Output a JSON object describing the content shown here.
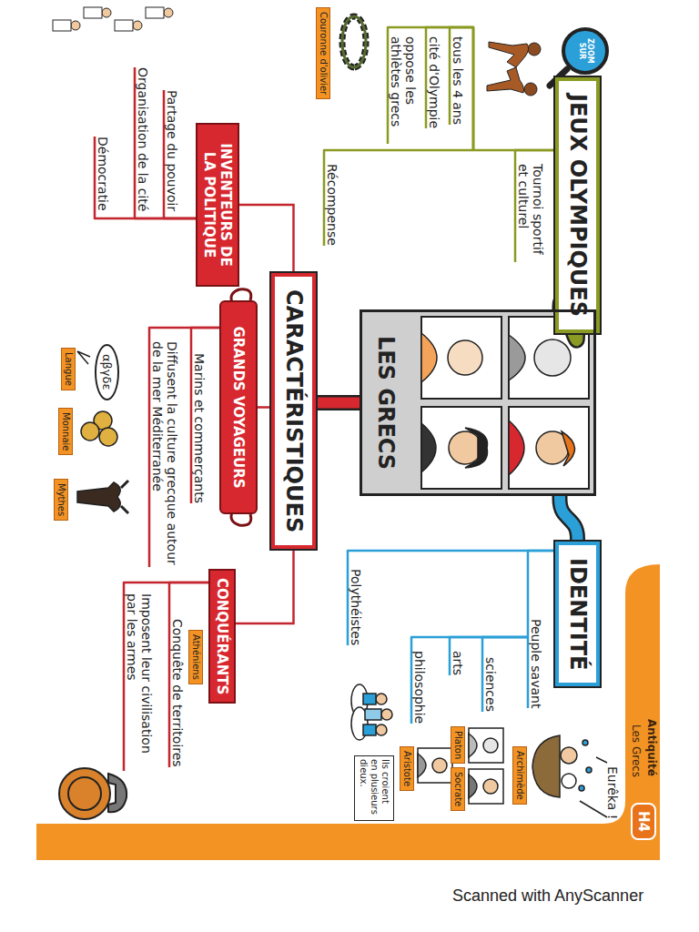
{
  "diagram": {
    "nodes": [
      {
        "text": [
          "ZOOM SUR"
        ]
      },
      {
        "text": [
          "JEUX OLYMPIQUES"
        ]
      },
      {
        "text": [
          "Couronne d'olivier"
        ]
      },
      {
        "text": [
          "LES GRECS"
        ]
      },
      {
        "text": [
          "IDENTITÉ"
        ]
      },
      {
        "text": [
          "Archimède"
        ]
      },
      {
        "text": [
          "Platon"
        ]
      },
      {
        "text": [
          "Socrate"
        ]
      },
      {
        "text": [
          "Aristote"
        ]
      },
      {
        "text": [
          "Ils croient en plusieurs dieux."
        ]
      },
      {
        "text": [
          "CARACTÉRISTIQUES"
        ]
      },
      {
        "text": [
          "INVENTEURS DE LA POLITIQUE"
        ]
      },
      {
        "text": [
          "GRANDS VOYAGEURS"
        ]
      },
      {
        "text": [
          "αβγδε"
        ]
      },
      {
        "text": [
          "Langue"
        ]
      },
      {
        "text": [
          "Monnaie"
        ]
      },
      {
        "text": [
          "Mythes"
        ]
      },
      {
        "text": [
          "CONQUÉRANTS"
        ]
      },
      {
        "text": [
          "Athéniens"
        ]
      },
      {
        "text": [
          "H4"
        ]
      }
    ],
    "edges": [
      {
        "from": 3,
        "to": 1,
        "arrow": "none"
      },
      {
        "from": 3,
        "to": 4,
        "arrow": "none"
      },
      {
        "from": 3,
        "to": 10,
        "arrow": "none"
      },
      {
        "from": 10,
        "to": 11,
        "arrow": "none"
      },
      {
        "from": 10,
        "to": 12,
        "arrow": "none"
      },
      {
        "from": 10,
        "to": 17,
        "arrow": "none"
      }
    ],
    "labels": [
      "Antiquité",
      "Les Grecs",
      "Tournoi sportif et culturel",
      "tous les 4 ans",
      "cité d'Olympie",
      "oppose les athlètes grecs",
      "Récompense",
      "Peuple savant",
      "sciences",
      "Eurêka !",
      "arts",
      "philosophie",
      "Polythéistes",
      "Partage du pouvoir",
      "Organisation de la cité",
      "Démocratie",
      "Marins et commerçants",
      "Diffusent la culture grecque autour de la mer Méditerranée",
      "Conquête de territoires",
      "Imposent leur civilisation par les armes",
      "Scanned with AnyScanner"
    ]
  }
}
